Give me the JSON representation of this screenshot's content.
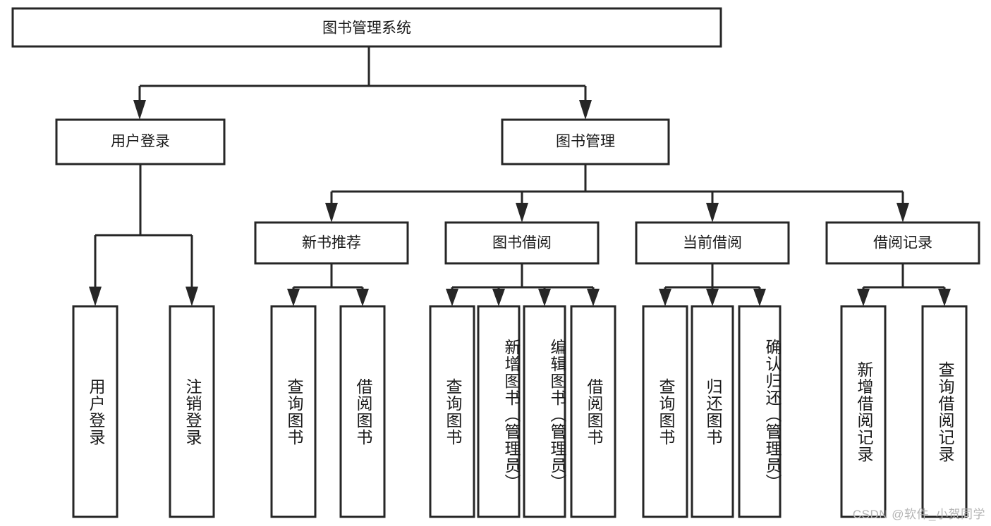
{
  "diagram": {
    "title": "图书管理系统",
    "root": {
      "label": "图书管理系统"
    },
    "level2": [
      {
        "label": "用户登录"
      },
      {
        "label": "图书管理"
      }
    ],
    "level3": [
      {
        "label": "新书推荐"
      },
      {
        "label": "图书借阅"
      },
      {
        "label": "当前借阅"
      },
      {
        "label": "借阅记录"
      }
    ],
    "leaves": {
      "user_login": [
        {
          "label": "用户登录"
        },
        {
          "label": "注销登录"
        }
      ],
      "new_book_recommend": [
        {
          "label": "查询图书"
        },
        {
          "label": "借阅图书"
        }
      ],
      "book_borrow": [
        {
          "label": "查询图书"
        },
        {
          "label": "新增图书（管理员）"
        },
        {
          "label": "编辑图书（管理员）"
        },
        {
          "label": "借阅图书"
        }
      ],
      "current_borrow": [
        {
          "label": "查询图书"
        },
        {
          "label": "归还图书"
        },
        {
          "label": "确认归还（管理员）"
        }
      ],
      "borrow_records": [
        {
          "label": "新增借阅记录"
        },
        {
          "label": "查询借阅记录"
        }
      ]
    }
  },
  "watermark": {
    "text": "CSDN @软件_小贺同学"
  },
  "colors": {
    "box_stroke": "#262626",
    "box_fill": "#ffffff",
    "text": "#1a1a1a",
    "watermark": "#b4b4b4",
    "background": "#ffffff"
  }
}
